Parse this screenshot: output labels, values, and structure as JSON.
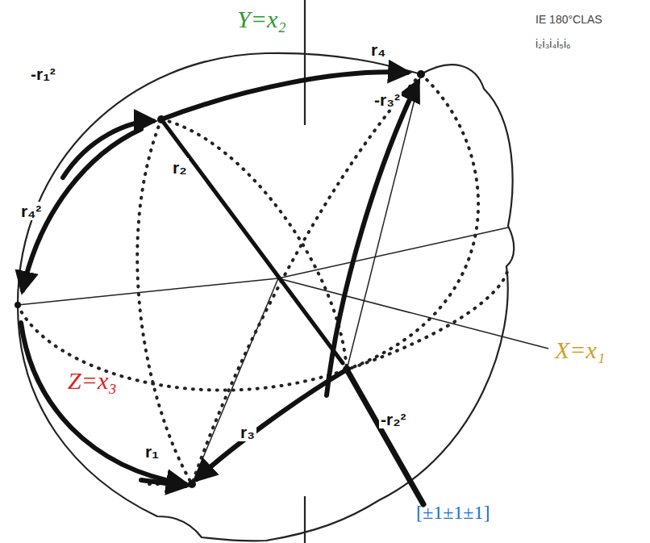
{
  "diagram": {
    "labels": [
      "Y=x₂",
      "IE 180°CLAS",
      "i₂i₃i₄i₅i₆",
      "-r₁²",
      "r₄",
      "-r₃²",
      "r₂",
      "r₄²",
      "X=x₁",
      "Z=x₃",
      "-r₂²",
      "r₃",
      "r₁",
      "[±1±1±1]"
    ]
  }
}
